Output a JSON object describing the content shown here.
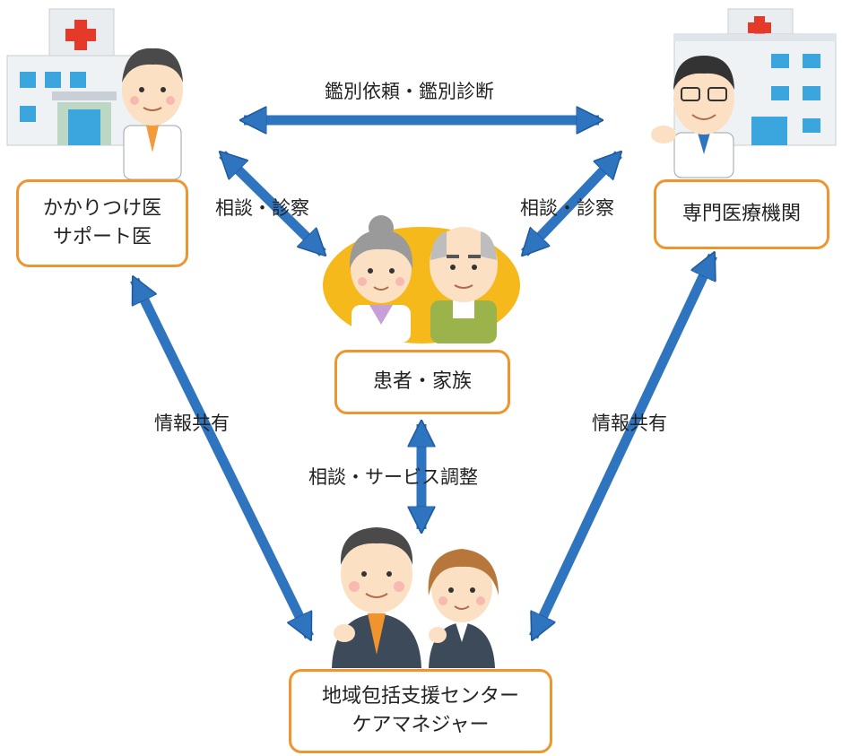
{
  "nodes": {
    "family_doctor": {
      "line1": "かかりつけ医",
      "line2": "サポート医"
    },
    "specialist": {
      "label": "専門医療機関"
    },
    "patient": {
      "label": "患者・家族"
    },
    "care_center": {
      "line1": "地域包括支援センター",
      "line2": "ケアマネジャー"
    }
  },
  "edges": {
    "top": "鑑別依頼・鑑別診断",
    "left_consult": "相談・診察",
    "right_consult": "相談・診察",
    "left_share": "情報共有",
    "right_share": "情報共有",
    "center": "相談・サービス調整"
  },
  "colors": {
    "arrow": "#2f74bf",
    "arrow_edge": "#1f5a9e",
    "box_border": "#f0952e",
    "patient_bg": "#f5b91c"
  },
  "icons": [
    "hospital-left-icon",
    "doctor-left-icon",
    "hospital-right-icon",
    "doctor-right-icon",
    "grandmother-icon",
    "grandfather-icon",
    "care-manager-man-icon",
    "care-manager-woman-icon"
  ]
}
